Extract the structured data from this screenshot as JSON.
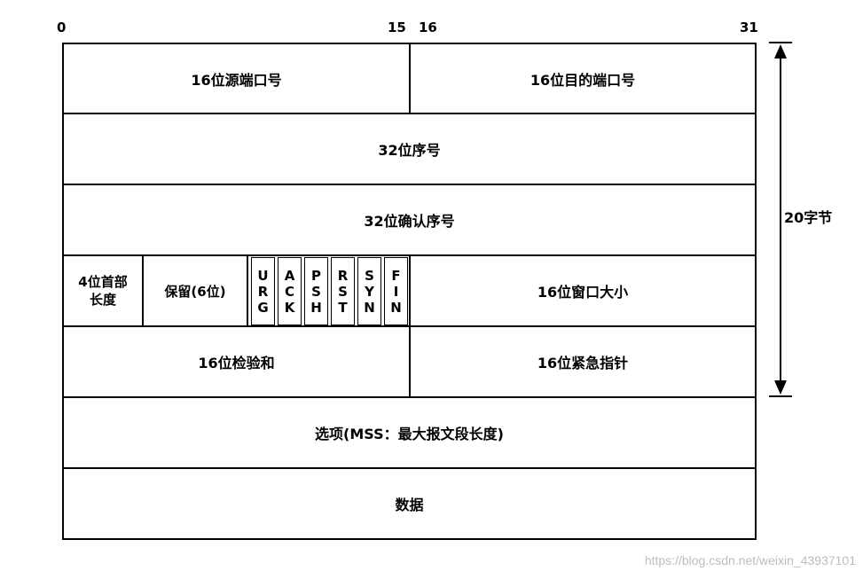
{
  "bit_labels": {
    "b0": "0",
    "b15": "15",
    "b16": "16",
    "b31": "31"
  },
  "rows": {
    "src_port": "16位源端口号",
    "dst_port": "16位目的端口号",
    "seq": "32位序号",
    "ack_seq": "32位确认序号",
    "header_len_line1": "4位首部",
    "header_len_line2": "长度",
    "reserved": "保留(6位)",
    "flags": [
      {
        "name": "URG",
        "chars": [
          "U",
          "R",
          "G"
        ]
      },
      {
        "name": "ACK",
        "chars": [
          "A",
          "C",
          "K"
        ]
      },
      {
        "name": "PSH",
        "chars": [
          "P",
          "S",
          "H"
        ]
      },
      {
        "name": "RST",
        "chars": [
          "R",
          "S",
          "T"
        ]
      },
      {
        "name": "SYN",
        "chars": [
          "S",
          "Y",
          "N"
        ]
      },
      {
        "name": "FIN",
        "chars": [
          "F",
          "I",
          "N"
        ]
      }
    ],
    "window": "16位窗口大小",
    "checksum": "16位检验和",
    "urgent": "16位紧急指针",
    "options": "选项(MSS：最大报文段长度)",
    "data": "数据"
  },
  "side_label": "20字节",
  "watermark": "https://blog.csdn.net/weixin_43937101"
}
